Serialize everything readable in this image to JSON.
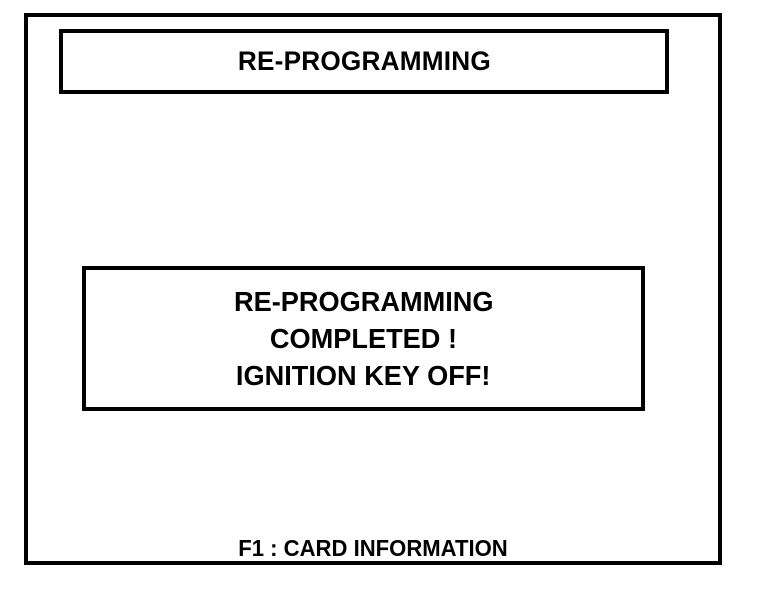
{
  "screen": {
    "background_color": "#ffffff",
    "foreground_color": "#000000",
    "border_color": "#000000"
  },
  "header": {
    "title": "RE-PROGRAMMING"
  },
  "dialog": {
    "lines": [
      "RE-PROGRAMMING",
      "COMPLETED !",
      "IGNITION KEY OFF!"
    ]
  },
  "footer": {
    "hint": "F1 : CARD INFORMATION"
  }
}
